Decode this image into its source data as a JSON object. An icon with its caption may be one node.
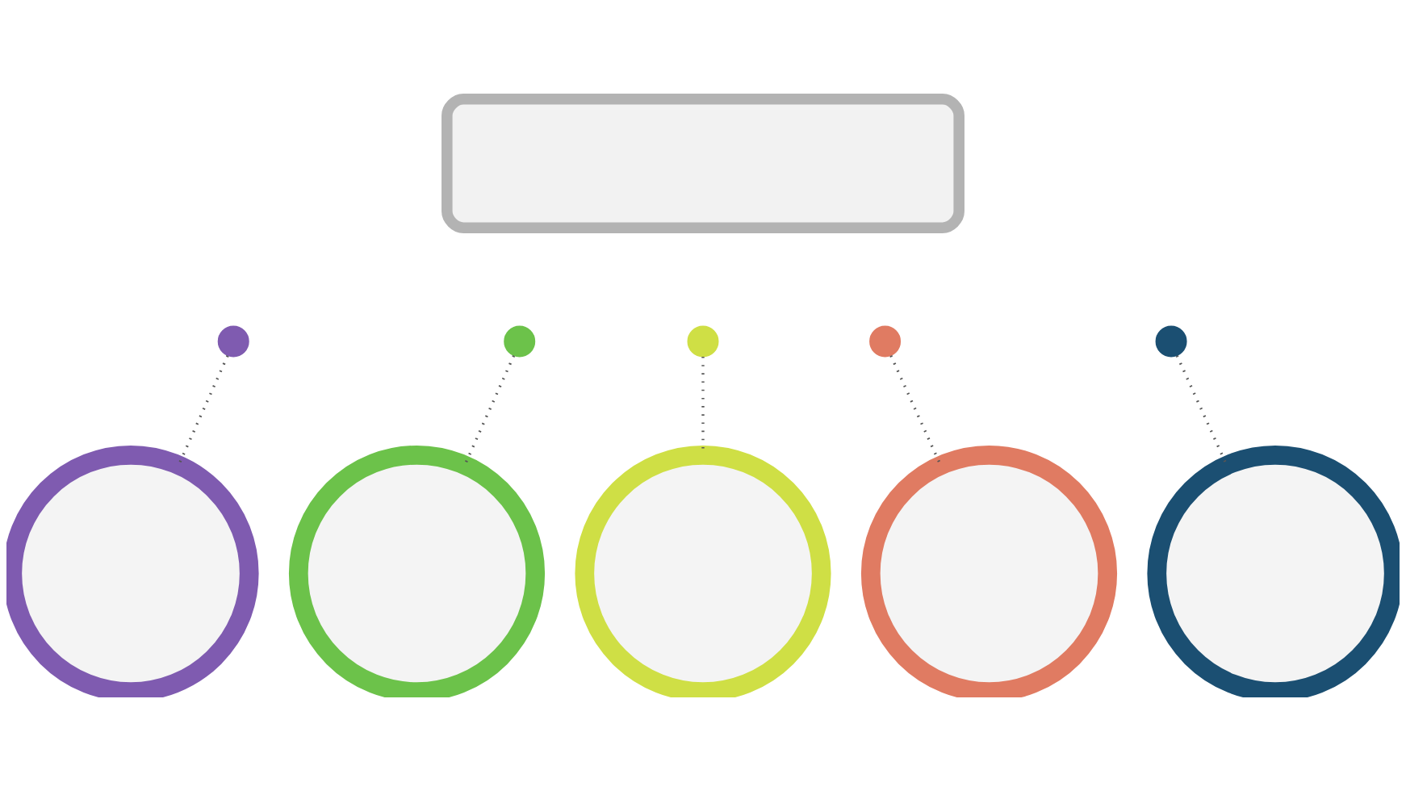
{
  "diagram": {
    "nodes": [
      {
        "text": [],
        "shape": "box"
      },
      {
        "text": [],
        "shape": "circle"
      },
      {
        "text": [],
        "shape": "circle"
      },
      {
        "text": [],
        "shape": "circle"
      },
      {
        "text": [],
        "shape": "circle"
      },
      {
        "text": [],
        "shape": "circle"
      },
      {
        "text": [],
        "shape": "circle"
      },
      {
        "text": [],
        "shape": "circle"
      },
      {
        "text": [],
        "shape": "circle"
      },
      {
        "text": [],
        "shape": "circle"
      },
      {
        "text": [],
        "shape": "circle"
      }
    ],
    "edges": [
      {
        "from": 1,
        "to": 6,
        "arrow": "none"
      },
      {
        "from": 2,
        "to": 7,
        "arrow": "none"
      },
      {
        "from": 3,
        "to": 8,
        "arrow": "none"
      },
      {
        "from": 4,
        "to": 9,
        "arrow": "none"
      },
      {
        "from": 5,
        "to": 10,
        "arrow": "none"
      }
    ]
  }
}
